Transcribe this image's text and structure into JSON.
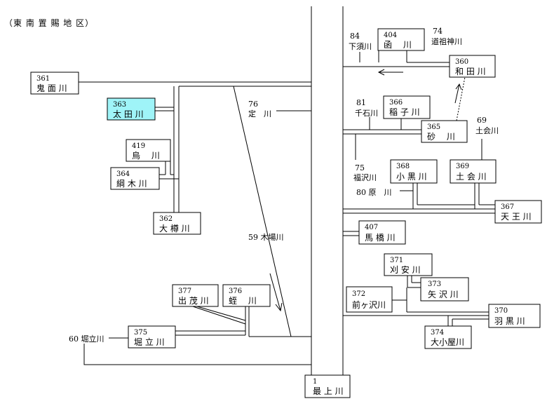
{
  "title": "（東 南 置 賜 地 区）",
  "nodes": {
    "n361": {
      "num": "361",
      "name": "鬼 面 川"
    },
    "n363": {
      "num": "363",
      "name": "太 田 川"
    },
    "n419": {
      "num": "419",
      "name": "烏　 川"
    },
    "n364": {
      "num": "364",
      "name": "綱 木 川"
    },
    "n362": {
      "num": "362",
      "name": "大 樽 川"
    },
    "n377": {
      "num": "377",
      "name": "出 茂 川"
    },
    "n376": {
      "num": "376",
      "name": "蛭　 川"
    },
    "n375": {
      "num": "375",
      "name": "堀 立 川"
    },
    "n1": {
      "num": "1",
      "name": "最 上 川"
    },
    "n404": {
      "num": "404",
      "name": "函　 川"
    },
    "n360": {
      "num": "360",
      "name": "和 田 川"
    },
    "n366": {
      "num": "366",
      "name": "稲 子 川"
    },
    "n365": {
      "num": "365",
      "name": "砂　 川"
    },
    "n368": {
      "num": "368",
      "name": "小 黒 川"
    },
    "n369": {
      "num": "369",
      "name": "土 会 川"
    },
    "n367": {
      "num": "367",
      "name": "天 王 川"
    },
    "n407": {
      "num": "407",
      "name": "馬 橋 川"
    },
    "n371": {
      "num": "371",
      "name": "刈 安 川"
    },
    "n373": {
      "num": "373",
      "name": "矢 沢 川"
    },
    "n372": {
      "num": "372",
      "name": "前ヶ沢川"
    },
    "n370": {
      "num": "370",
      "name": "羽 黒 川"
    },
    "n374": {
      "num": "374",
      "name": "大小屋川"
    }
  },
  "labels": {
    "l76_num": "76",
    "l76_name": "定　川",
    "l59": "59 木場川",
    "l60": "60 堀立川",
    "l84_num": "84",
    "l84_name": "下須川",
    "l74_num": "74",
    "l74_name": "道祖神川",
    "l81_num": "81",
    "l81_name": "千石川",
    "l69_num": "69",
    "l69_name": "土会川",
    "l75_num": "75",
    "l75_name": "福沢川",
    "l80": "80 原　川"
  }
}
